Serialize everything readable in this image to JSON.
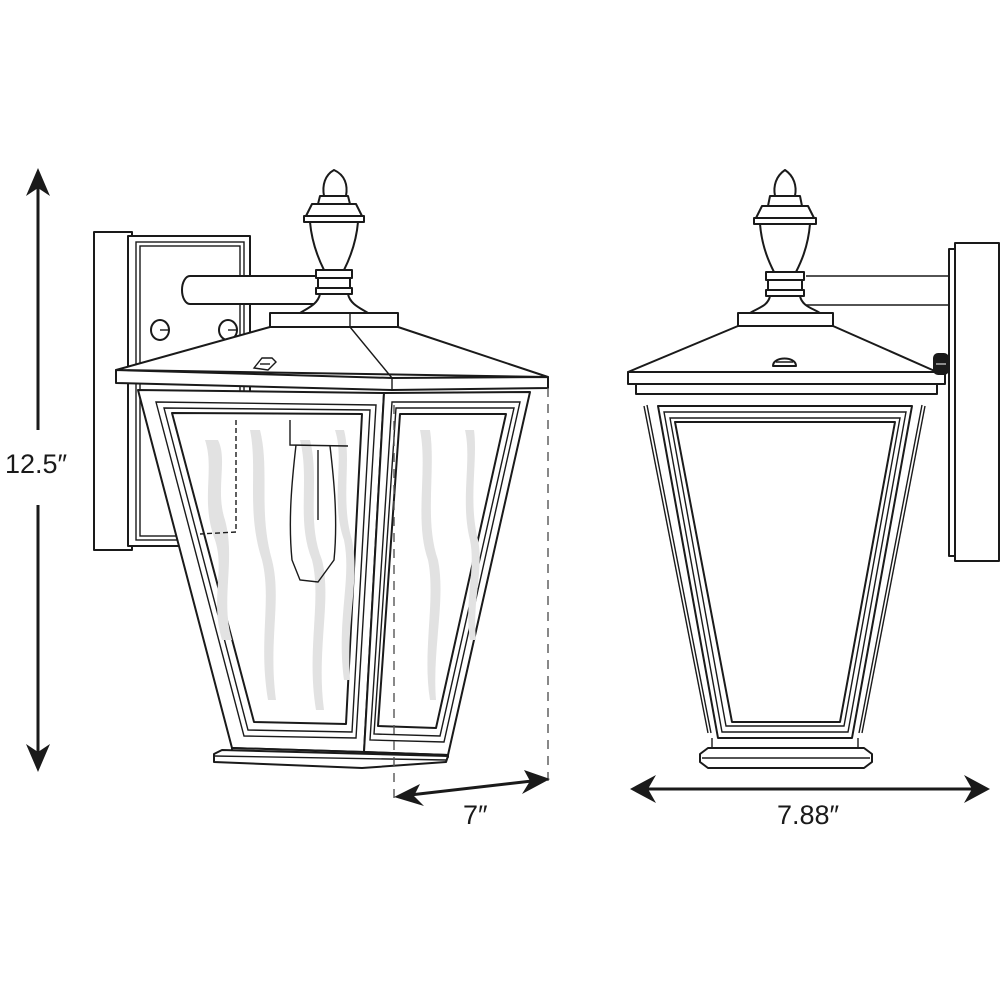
{
  "diagram": {
    "type": "product-dimension-drawing",
    "subject": "Outdoor wall lantern",
    "views": [
      {
        "id": "side-view",
        "description": "Three-quarter side view with wall backplate, arm, finial, and water-textured glass panels"
      },
      {
        "id": "front-view",
        "description": "Front view with finial, tapered frame, and wall backplate on right"
      }
    ],
    "dimensions": {
      "height": {
        "label": "12.5″",
        "value": 12.5,
        "unit": "in",
        "orientation": "vertical"
      },
      "extension": {
        "label": "7″",
        "value": 7,
        "unit": "in",
        "orientation": "diagonal-depth"
      },
      "width": {
        "label": "7.88″",
        "value": 7.88,
        "unit": "in",
        "orientation": "horizontal"
      }
    },
    "colors": {
      "line": "#1a1a1a",
      "glass_texture": "#e2e2e2",
      "background": "#ffffff"
    }
  }
}
